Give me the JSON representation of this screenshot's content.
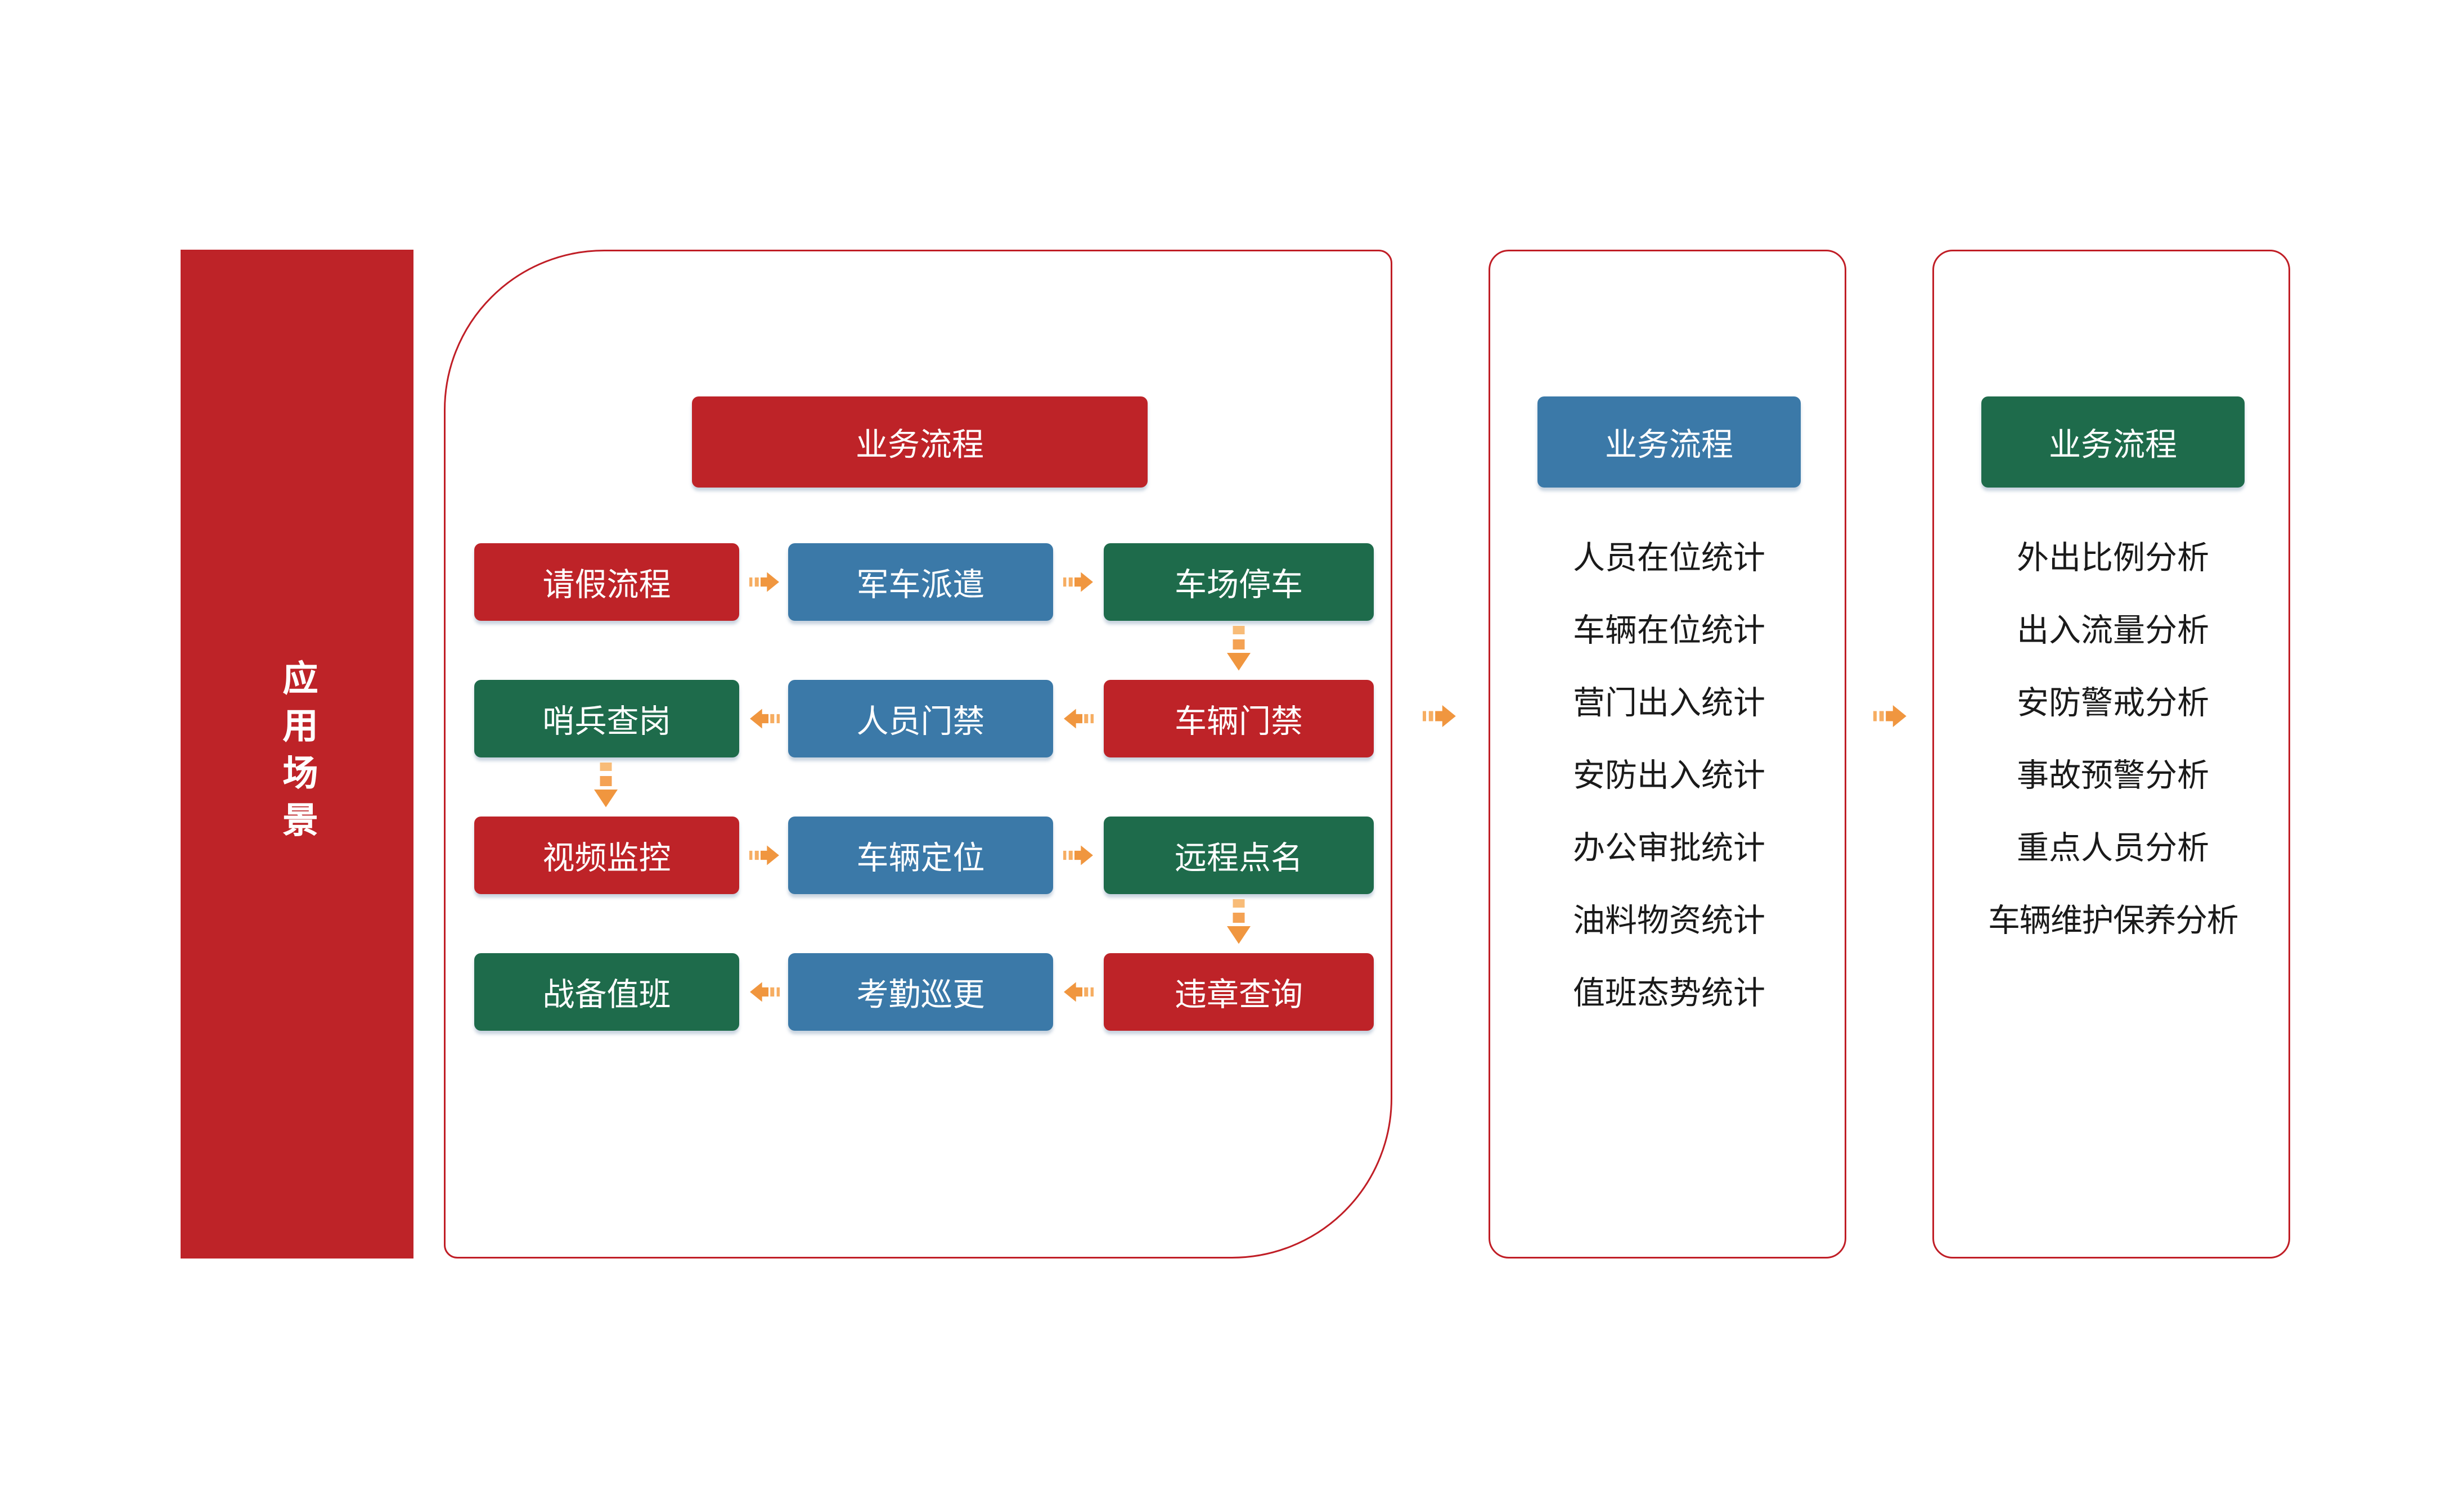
{
  "colors": {
    "box_red": "#BE2328",
    "box_blue": "#3B79A8",
    "box_green": "#1E6B4B",
    "outline_red": "#C01E26",
    "sidebar_red": "#BE2328",
    "arrow_orange": "#F0963F",
    "arrow_stripe_orange": "#F6AD62",
    "list_text": "#1A1A1A"
  },
  "sidebar": {
    "label": "应用场景"
  },
  "process_panel": {
    "header": "业务流程",
    "grid": [
      [
        {
          "label": "请假流程",
          "color": "red"
        },
        {
          "label": "军车派遣",
          "color": "blue"
        },
        {
          "label": "车场停车",
          "color": "green"
        }
      ],
      [
        {
          "label": "哨兵查岗",
          "color": "green"
        },
        {
          "label": "人员门禁",
          "color": "blue"
        },
        {
          "label": "车辆门禁",
          "color": "red"
        }
      ],
      [
        {
          "label": "视频监控",
          "color": "red"
        },
        {
          "label": "车辆定位",
          "color": "blue"
        },
        {
          "label": "远程点名",
          "color": "green"
        }
      ],
      [
        {
          "label": "战备值班",
          "color": "green"
        },
        {
          "label": "考勤巡更",
          "color": "blue"
        },
        {
          "label": "违章查询",
          "color": "red"
        }
      ]
    ]
  },
  "statistics_panel": {
    "header": "业务流程",
    "items": [
      "人员在位统计",
      "车辆在位统计",
      "营门出入统计",
      "安防出入统计",
      "办公审批统计",
      "油料物资统计",
      "值班态势统计"
    ]
  },
  "analysis_panel": {
    "header": "业务流程",
    "items": [
      "外出比例分析",
      "出入流量分析",
      "安防警戒分析",
      "事故预警分析",
      "重点人员分析",
      "车辆维护保养分析"
    ]
  }
}
